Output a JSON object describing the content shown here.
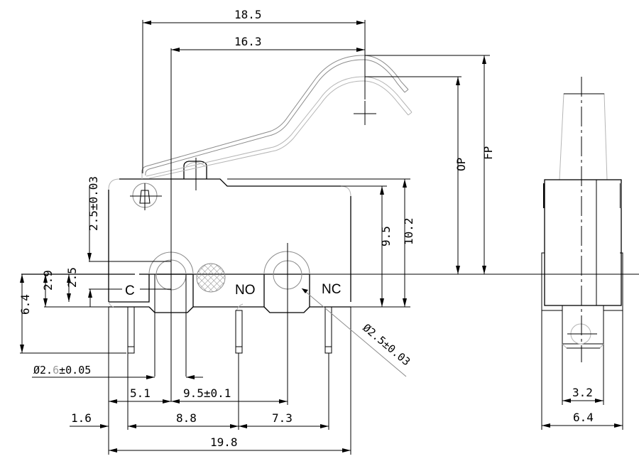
{
  "title": "Micro switch dimensional drawing",
  "views": {
    "front": {
      "terminals": {
        "common": "C",
        "normally_open": "NO",
        "normally_closed": "NC"
      },
      "dimensions": {
        "lever_overall_length": "18.5",
        "lever_to_pivot_length": "16.3",
        "operating_position": "OP",
        "free_position": "FP",
        "body_height_to_plunger": "9.5",
        "body_height": "10.2",
        "mount_hole_offset": "2.5±0.03",
        "terminal_height_total": "6.4",
        "terminal_height_body": "2.9",
        "terminal_height_hole": "2.5",
        "mount_hole_diameter_prefix": "Ø2.",
        "mount_hole_diameter_digit": "6",
        "mount_hole_diameter_tolerance": "±0.05",
        "nc_hole_diameter": "Ø2.5±0.03",
        "hole_to_edge": "5.1",
        "hole_spacing": "9.5±0.1",
        "edge_offset": "1.6",
        "terminal_spacing_left": "8.8",
        "terminal_spacing_right": "7.3",
        "overall_length": "19.8"
      }
    },
    "side": {
      "dimensions": {
        "terminal_width": "3.2",
        "body_width": "6.4"
      }
    }
  },
  "colors": {
    "line": "#000000",
    "hidden_line": "#8a8a8a",
    "background": "#ffffff"
  }
}
